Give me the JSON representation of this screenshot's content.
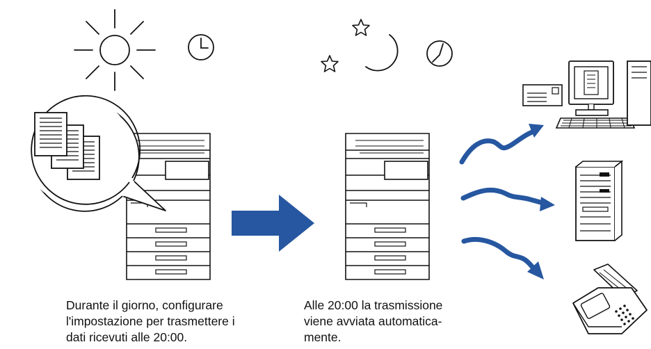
{
  "captions": {
    "daytime": [
      "Durante il giorno, configurare",
      "l'impostazione per trasmettere i",
      "dati ricevuti alle 20:00."
    ],
    "night": [
      "Alle 20:00 la trasmissione",
      "viene avviata automatica-",
      "mente."
    ]
  },
  "icons": {
    "day": [
      "sun-icon",
      "clock-icon"
    ],
    "night": [
      "moon-icon",
      "star-icon",
      "star-icon",
      "clock-icon"
    ],
    "destinations": [
      "computer-with-email-icon",
      "server-icon",
      "fax-machine-icon"
    ]
  },
  "colors": {
    "arrow_blue": "#2657a0",
    "line": "#111111",
    "background": "#ffffff"
  }
}
